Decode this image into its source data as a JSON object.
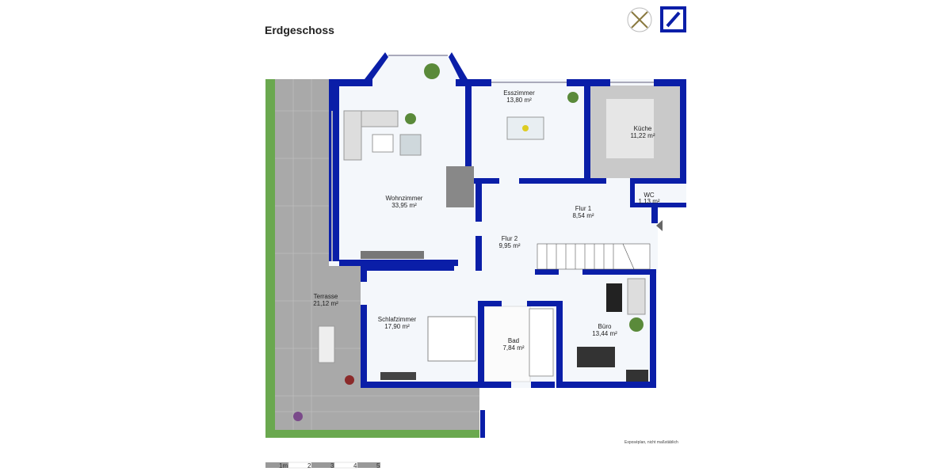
{
  "title": "Erdgeschoss",
  "note": "Exposéplan, nicht maßstäblich",
  "colors": {
    "wall": "#0a1ea8",
    "floor": "#f4f7fb",
    "terrace": "#a9a9a9",
    "grass": "#6aa84f",
    "kitchen": "#c9c9c9"
  },
  "icons": [
    "compass-icon",
    "bank-logo-icon"
  ],
  "rooms": [
    {
      "name": "Esszimmer",
      "area": "13,80 m²"
    },
    {
      "name": "Küche",
      "area": "11,22 m²"
    },
    {
      "name": "Wohnzimmer",
      "area": "33,95 m²"
    },
    {
      "name": "WC",
      "area": "1,13 m²"
    },
    {
      "name": "Flur 1",
      "area": "8,54 m²"
    },
    {
      "name": "Flur 2",
      "area": "9,95 m²"
    },
    {
      "name": "Terrasse",
      "area": "21,12 m²"
    },
    {
      "name": "Schlafzimmer",
      "area": "17,90 m²"
    },
    {
      "name": "Bad",
      "area": "7,84 m²"
    },
    {
      "name": "Büro",
      "area": "13,44 m²"
    }
  ],
  "scale_bar": [
    "1m",
    "2",
    "3",
    "4",
    "5"
  ]
}
